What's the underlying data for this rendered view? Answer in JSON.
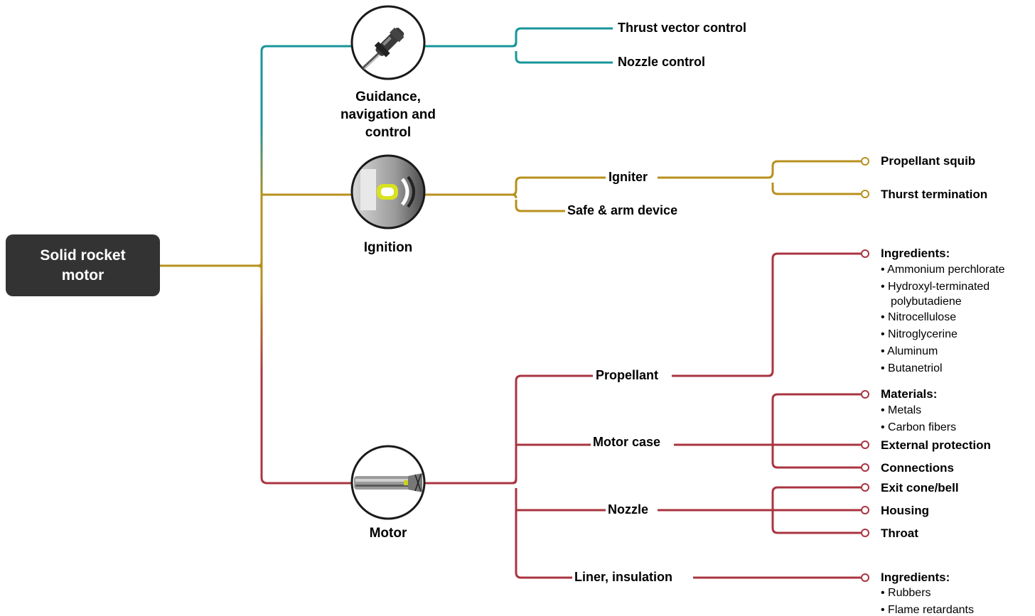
{
  "colors": {
    "teal": "#17959b",
    "gold": "#b8901d",
    "red": "#a93440",
    "root_bg": "#333333",
    "circle_border": "#1a1a1a"
  },
  "root": {
    "label": "Solid rocket motor"
  },
  "categories": [
    {
      "key": "gnc",
      "label": "Guidance, navigation and control",
      "icon": "rocket-missile-icon",
      "color": "teal"
    },
    {
      "key": "ignition",
      "label": "Ignition",
      "icon": "igniter-cartridge-icon",
      "color": "gold"
    },
    {
      "key": "motor",
      "label": "Motor",
      "icon": "motor-cutaway-icon",
      "color": "red"
    }
  ],
  "gnc": {
    "items": [
      "Thrust vector control",
      "Nozzle control"
    ]
  },
  "ignition": {
    "igniter": "Igniter",
    "safe_arm": "Safe & arm device",
    "igniter_items": [
      "Propellant squib",
      "Thurst termination"
    ]
  },
  "motor": {
    "propellant": {
      "label": "Propellant",
      "heading": "Ingredients:",
      "bullets": [
        "• Ammonium perchlorate",
        "• Hydroxyl-terminated",
        "polybutadiene",
        "• Nitrocellulose",
        "• Nitroglycerine",
        "• Aluminum",
        "• Butanetriol"
      ]
    },
    "motor_case": {
      "label": "Motor case",
      "materials_heading": "Materials:",
      "materials": [
        "• Metals",
        "• Carbon fibers"
      ],
      "external": "External protection",
      "connections": "Connections"
    },
    "nozzle": {
      "label": "Nozzle",
      "items": [
        "Exit cone/bell",
        "Housing",
        "Throat"
      ]
    },
    "liner": {
      "label": "Liner, insulation",
      "heading": "Ingredients:",
      "bullets": [
        "• Rubbers",
        "• Flame retardants"
      ]
    }
  }
}
